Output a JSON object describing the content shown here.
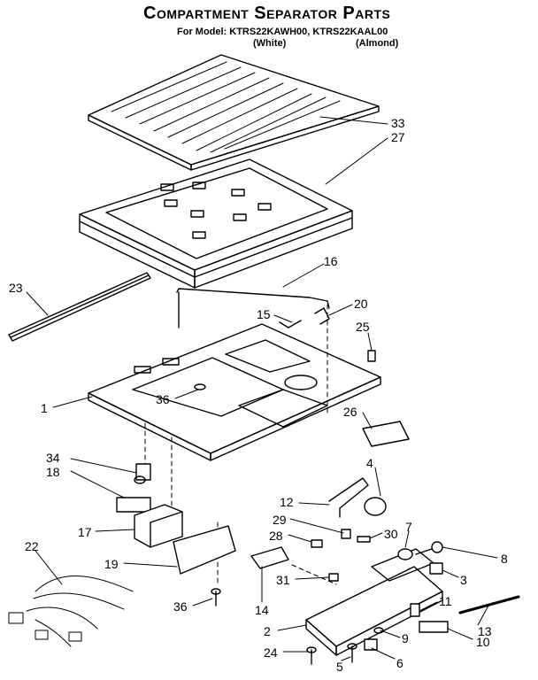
{
  "header": {
    "title": "Compartment Separator Parts",
    "model_line": "For Model: KTRS22KAWH00, KTRS22KAAL00",
    "color_white": "(White)",
    "color_almond": "(Almond)"
  },
  "callouts": [
    "33",
    "27",
    "16",
    "23",
    "20",
    "15",
    "25",
    "1",
    "36",
    "26",
    "34",
    "18",
    "4",
    "12",
    "17",
    "29",
    "30",
    "7",
    "28",
    "8",
    "22",
    "19",
    "31",
    "3",
    "36",
    "11",
    "14",
    "2",
    "9",
    "13",
    "10",
    "24",
    "5",
    "6"
  ]
}
